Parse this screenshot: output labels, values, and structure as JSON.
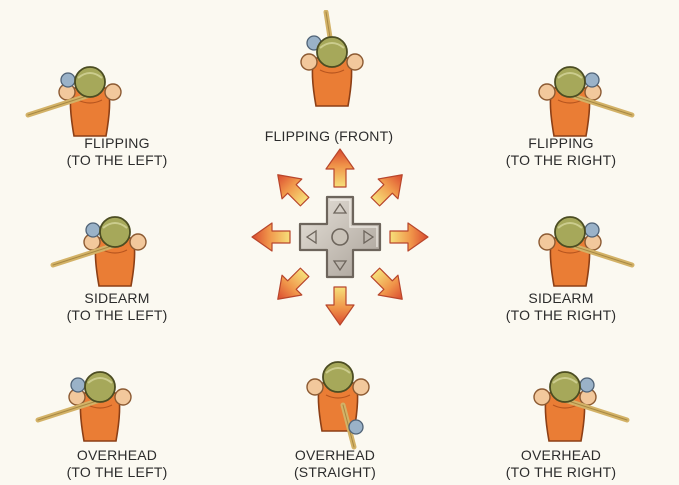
{
  "colors": {
    "background": "#fbf9f1",
    "body": "#ea7d35",
    "helmet": "#a6a85a",
    "skin": "#f2c89c",
    "stick": "#d3b267",
    "ball": "#9ab2c8",
    "arrow": "#e8643a",
    "dpad": "#cfc8bf",
    "text": "#2c2c2c"
  },
  "dpad": {
    "icon": "dpad-icon"
  },
  "arrows": [
    "up",
    "up-right",
    "right",
    "down-right",
    "down",
    "down-left",
    "left",
    "up-left"
  ],
  "moves": [
    {
      "id": "flipping-left",
      "line1": "FLIPPING",
      "line2": "(TO THE LEFT)",
      "stick": "left",
      "icon": "player-flipping-left-icon"
    },
    {
      "id": "flipping-front",
      "line1": "FLIPPING (FRONT)",
      "line2": "",
      "stick": "up",
      "icon": "player-flipping-front-icon"
    },
    {
      "id": "flipping-right",
      "line1": "FLIPPING",
      "line2": "(TO THE RIGHT)",
      "stick": "right",
      "icon": "player-flipping-right-icon"
    },
    {
      "id": "sidearm-left",
      "line1": "SIDEARM",
      "line2": "(TO THE LEFT)",
      "stick": "left",
      "icon": "player-sidearm-left-icon"
    },
    {
      "id": "sidearm-right",
      "line1": "SIDEARM",
      "line2": "(TO THE RIGHT)",
      "stick": "right",
      "icon": "player-sidearm-right-icon"
    },
    {
      "id": "overhead-left",
      "line1": "OVERHEAD",
      "line2": "(TO THE LEFT)",
      "stick": "left",
      "icon": "player-overhead-left-icon"
    },
    {
      "id": "overhead-straight",
      "line1": "OVERHEAD",
      "line2": "(STRAIGHT)",
      "stick": "down",
      "icon": "player-overhead-straight-icon"
    },
    {
      "id": "overhead-right",
      "line1": "OVERHEAD",
      "line2": "(TO THE RIGHT)",
      "stick": "right",
      "icon": "player-overhead-right-icon"
    }
  ]
}
